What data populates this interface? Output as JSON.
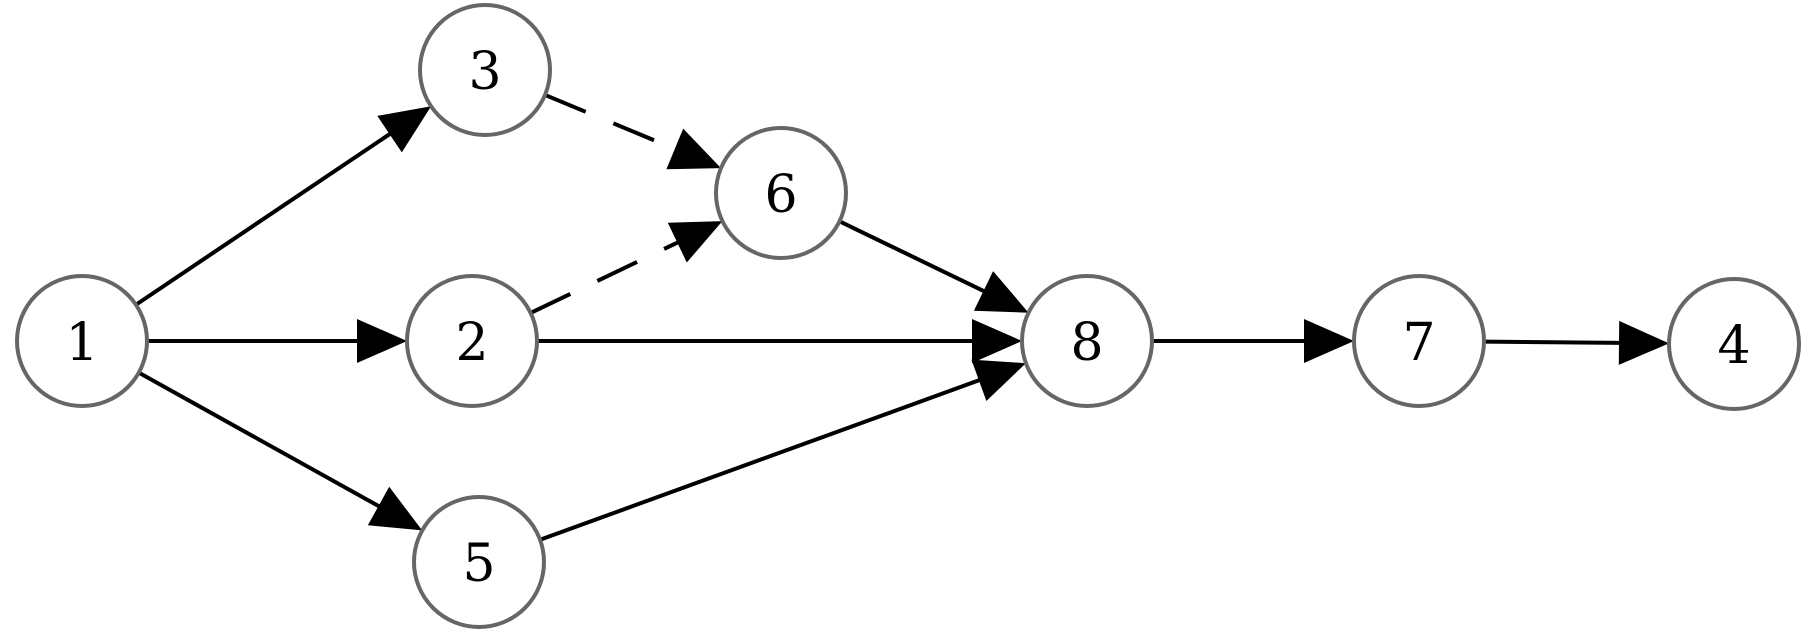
{
  "nodes": [
    {
      "id": "1",
      "label": "1"
    },
    {
      "id": "2",
      "label": "2"
    },
    {
      "id": "3",
      "label": "3"
    },
    {
      "id": "4",
      "label": "4"
    },
    {
      "id": "5",
      "label": "5"
    },
    {
      "id": "6",
      "label": "6"
    },
    {
      "id": "7",
      "label": "7"
    },
    {
      "id": "8",
      "label": "8"
    }
  ],
  "edges": [
    {
      "from": "1",
      "to": "3",
      "style": "solid"
    },
    {
      "from": "1",
      "to": "2",
      "style": "solid"
    },
    {
      "from": "1",
      "to": "5",
      "style": "solid"
    },
    {
      "from": "3",
      "to": "6",
      "style": "dashed"
    },
    {
      "from": "2",
      "to": "6",
      "style": "dashed"
    },
    {
      "from": "2",
      "to": "8",
      "style": "solid"
    },
    {
      "from": "6",
      "to": "8",
      "style": "solid"
    },
    {
      "from": "5",
      "to": "8",
      "style": "solid"
    },
    {
      "from": "8",
      "to": "7",
      "style": "solid"
    },
    {
      "from": "7",
      "to": "4",
      "style": "solid"
    }
  ],
  "colors": {
    "node_stroke": "#666666",
    "edge": "#000000",
    "background": "#ffffff"
  }
}
